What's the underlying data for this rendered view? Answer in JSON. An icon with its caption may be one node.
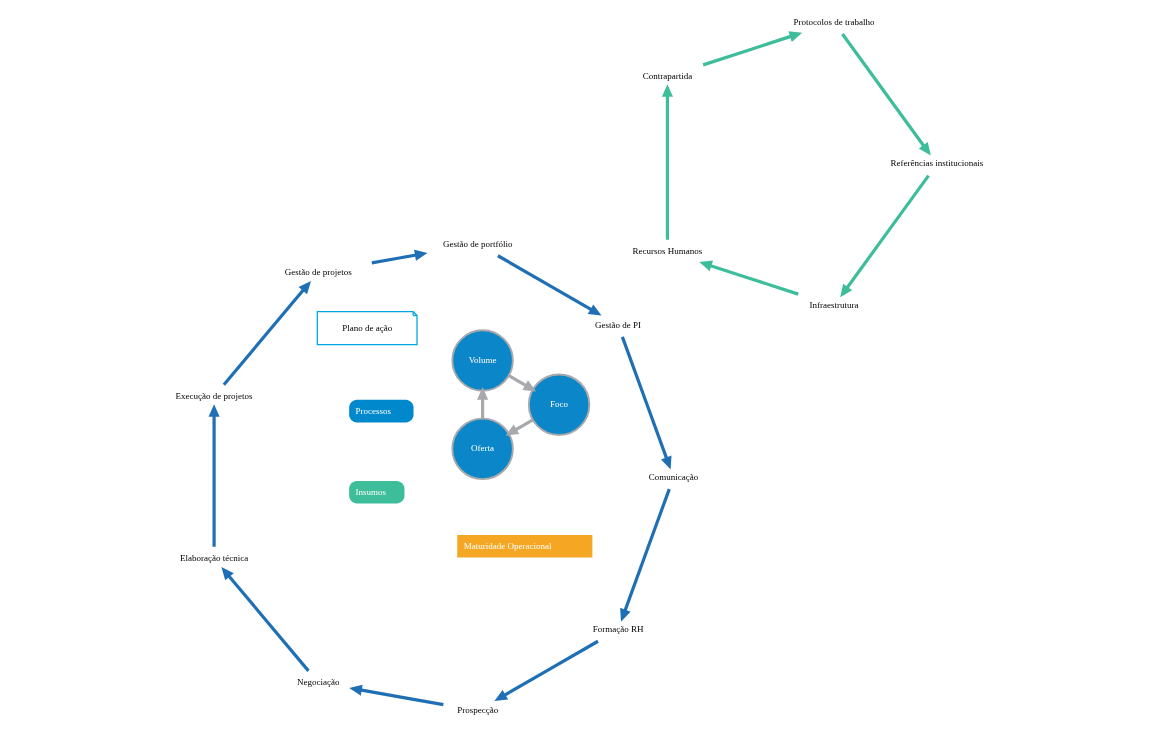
{
  "diagram": {
    "nodes": [
      {
        "text": [
          "Formação RH"
        ]
      },
      {
        "text": [
          "Prospecção"
        ]
      },
      {
        "text": [
          "Comunicação"
        ]
      },
      {
        "text": [
          "Infraestrutura"
        ]
      },
      {
        "text": [
          "Recursos Humanos"
        ]
      },
      {
        "text": [
          "Negociação"
        ]
      },
      {
        "text": [
          "Oferta"
        ]
      },
      {
        "text": [
          "Volume"
        ]
      },
      {
        "text": [
          "Plano de ação"
        ]
      },
      {
        "text": [
          "Gestão de PI"
        ]
      },
      {
        "text": [
          "Referências institucionais"
        ]
      },
      {
        "text": [
          "Foco"
        ]
      },
      {
        "text": [
          "Contrapartida"
        ]
      },
      {
        "text": [
          "Elaboração técnica"
        ]
      },
      {
        "text": [
          "Protocolos de trabalho"
        ]
      },
      {
        "text": [
          "Execução de projetos"
        ]
      },
      {
        "text": [
          "Gestão de portfólio"
        ]
      },
      {
        "text": [
          "Gestão de projetos"
        ]
      }
    ],
    "edges": [
      {
        "from": 0,
        "to": 1,
        "arrow": "to"
      },
      {
        "from": 1,
        "to": 5,
        "arrow": "to"
      },
      {
        "from": 5,
        "to": 13,
        "arrow": "to"
      },
      {
        "from": 13,
        "to": 15,
        "arrow": "to"
      },
      {
        "from": 15,
        "to": 17,
        "arrow": "to"
      },
      {
        "from": 17,
        "to": 16,
        "arrow": "to"
      },
      {
        "from": 16,
        "to": 9,
        "arrow": "to"
      },
      {
        "from": 9,
        "to": 2,
        "arrow": "to"
      },
      {
        "from": 2,
        "to": 0,
        "arrow": "to"
      },
      {
        "from": 3,
        "to": 4,
        "arrow": "to",
        "color": "#3dbd9a"
      },
      {
        "from": 4,
        "to": 12,
        "arrow": "to",
        "color": "#3dbd9a"
      },
      {
        "from": 12,
        "to": 14,
        "arrow": "to",
        "color": "#3dbd9a"
      },
      {
        "from": 14,
        "to": 10,
        "arrow": "to",
        "color": "#3dbd9a"
      },
      {
        "from": 10,
        "to": 3,
        "arrow": "to",
        "color": "#3dbd9a"
      },
      {
        "from": 6,
        "to": 7,
        "arrow": "to",
        "color": "#a7a9ac"
      },
      {
        "from": 7,
        "to": 11,
        "arrow": "to",
        "color": "#a7a9ac"
      },
      {
        "from": 11,
        "to": 6,
        "arrow": "to",
        "color": "#a7a9ac"
      }
    ],
    "labels": [
      "Maturidade Operacional"
    ],
    "legend": [
      {
        "text": "Processos",
        "color": "#0088cc"
      },
      {
        "text": "Insumos",
        "color": "#3dbd9a"
      }
    ]
  }
}
